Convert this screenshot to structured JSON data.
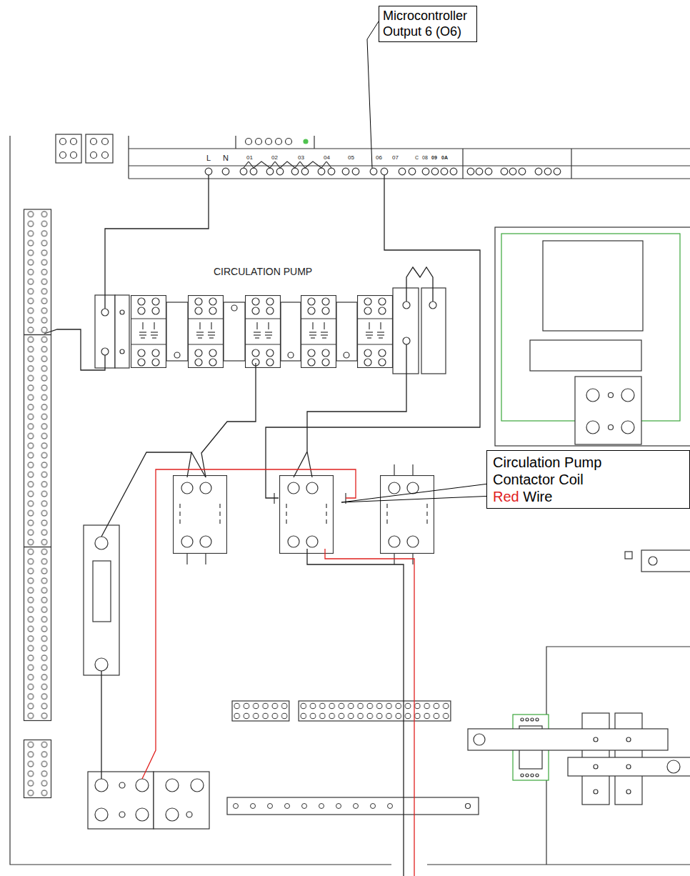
{
  "diagram": {
    "nodes": [
      {
        "text": [
          "Microcontroller Output 6 (O6)"
        ]
      },
      {
        "text": [
          "Circulation Pump Contactor Coil",
          "Red",
          "Wire"
        ]
      }
    ],
    "labels": [
      "L",
      "N",
      "01",
      "02",
      "03",
      "04",
      "05",
      "06",
      "07",
      "C",
      "08",
      "09",
      "0A",
      "CIRCULATION PUMP"
    ]
  }
}
